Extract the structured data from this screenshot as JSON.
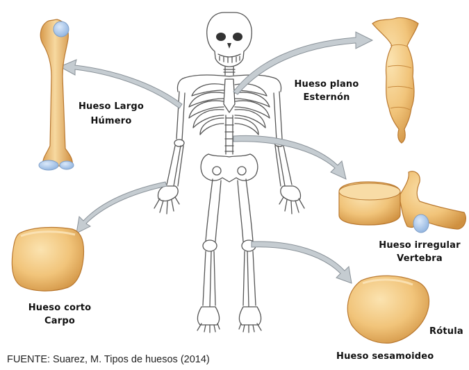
{
  "labels": {
    "long_bone": {
      "type": "Hueso Largo",
      "name": "Húmero"
    },
    "flat_bone": {
      "type": "Hueso plano",
      "name": "Esternón"
    },
    "irregular_bone": {
      "type": "Hueso irregular",
      "name": "Vertebra"
    },
    "short_bone": {
      "type": "Hueso corto",
      "name": "Carpo"
    },
    "sesamoid_bone": {
      "type": "Hueso sesamoideo",
      "name": "Rótula"
    }
  },
  "caption": "FUENTE: Suarez, M. Tipos de huesos (2014)",
  "colors": {
    "bone_fill": "#f1c47a",
    "bone_shade": "#d59b4a",
    "cartilage": "#a9c8ec",
    "arrow": "#c5ccd1",
    "skeleton_line": "#555555"
  }
}
